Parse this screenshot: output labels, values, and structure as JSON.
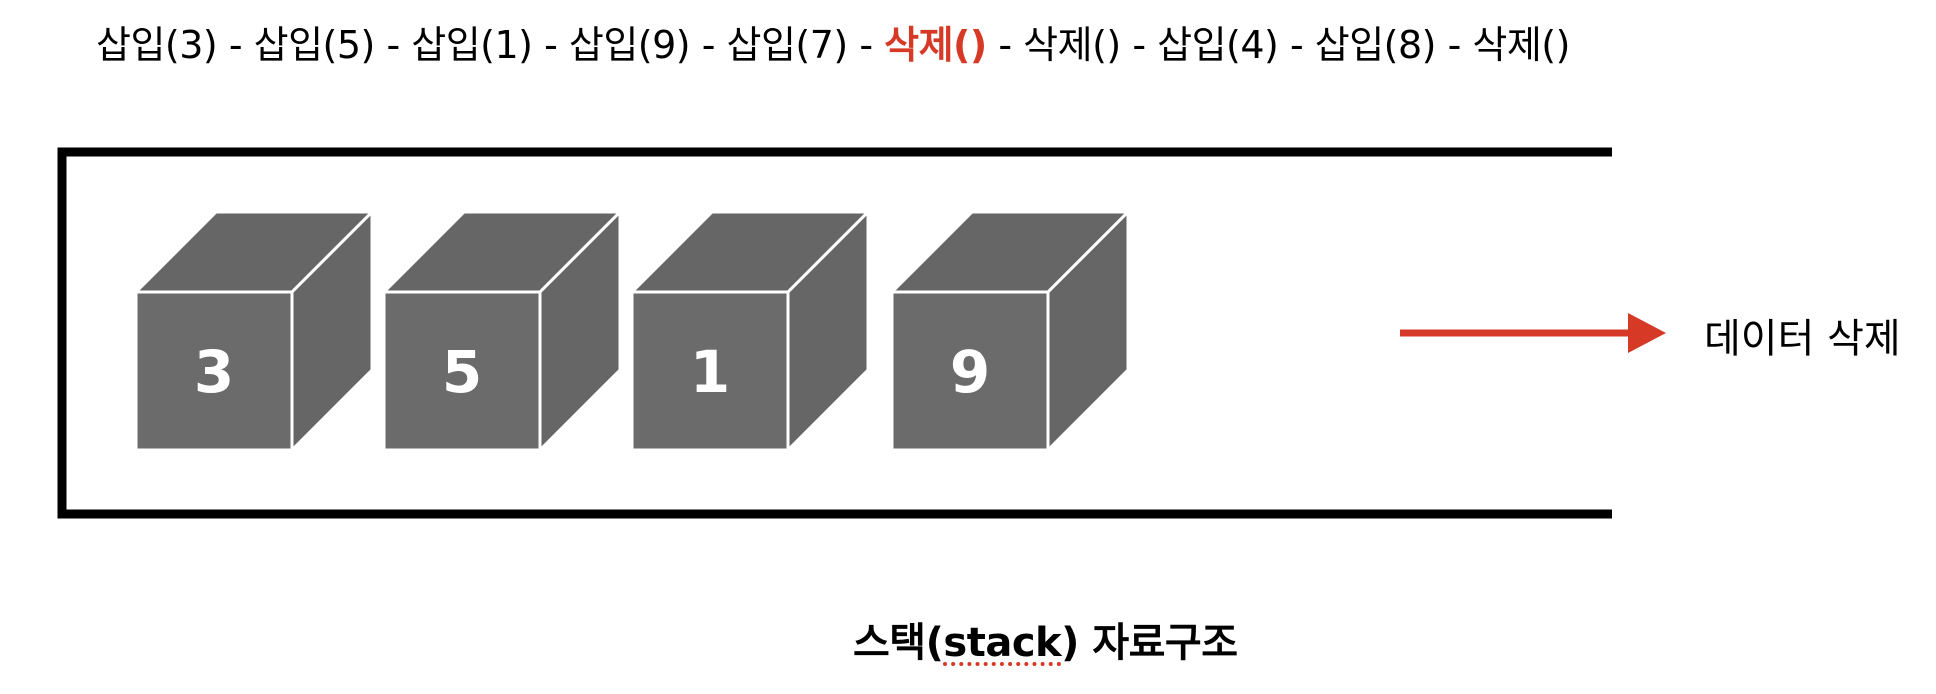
{
  "operations": [
    {
      "label": "삽입(3)",
      "active": false
    },
    {
      "label": "삽입(5)",
      "active": false
    },
    {
      "label": "삽입(1)",
      "active": false
    },
    {
      "label": "삽입(9)",
      "active": false
    },
    {
      "label": "삽입(7)",
      "active": false
    },
    {
      "label": "삭제()",
      "active": true
    },
    {
      "label": "삭제()",
      "active": false
    },
    {
      "label": "삽입(4)",
      "active": false
    },
    {
      "label": "삽입(8)",
      "active": false
    },
    {
      "label": "삭제()",
      "active": false
    }
  ],
  "separator": " - ",
  "stack": {
    "items": [
      "3",
      "5",
      "1",
      "9"
    ]
  },
  "arrow": {
    "label": "데이터 삭제"
  },
  "caption": {
    "before": "스택(",
    "english": "stack",
    "after": ") 자료구조"
  },
  "colors": {
    "accent": "#d63a27",
    "box_front": "#6b6b6b",
    "box_side": "#666666",
    "container": "#000000"
  }
}
